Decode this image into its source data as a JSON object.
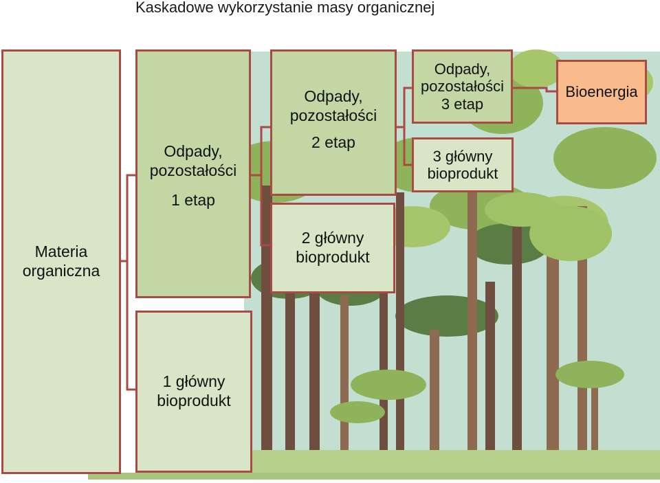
{
  "title": "Kaskadowe wykorzystanie masy organicznej",
  "colors": {
    "box_light": "#d8e5c6",
    "box_medium": "#c3d7a5",
    "box_border": "#a94a44",
    "bioenergy": "#f9bb8c",
    "sky": "#c3dfd2",
    "ground": "#b7d08e"
  },
  "nodes": {
    "materia": {
      "line1": "Materia",
      "line2": "organiczna"
    },
    "stage1": {
      "line1": "Odpady,",
      "line2": "pozostałości",
      "line3": "1 etap"
    },
    "product1": {
      "line1": "1 główny",
      "line2": "bioprodukt"
    },
    "stage2": {
      "line1": "Odpady,",
      "line2": "pozostałości",
      "line3": "2 etap"
    },
    "product2": {
      "line1": "2 główny",
      "line2": "bioprodukt"
    },
    "stage3": {
      "line1": "Odpady,",
      "line2": "pozostałości",
      "line3": "3 etap"
    },
    "product3": {
      "line1": "3 główny",
      "line2": "bioprodukt"
    },
    "bioenergy": {
      "label": "Bioenergia"
    }
  }
}
